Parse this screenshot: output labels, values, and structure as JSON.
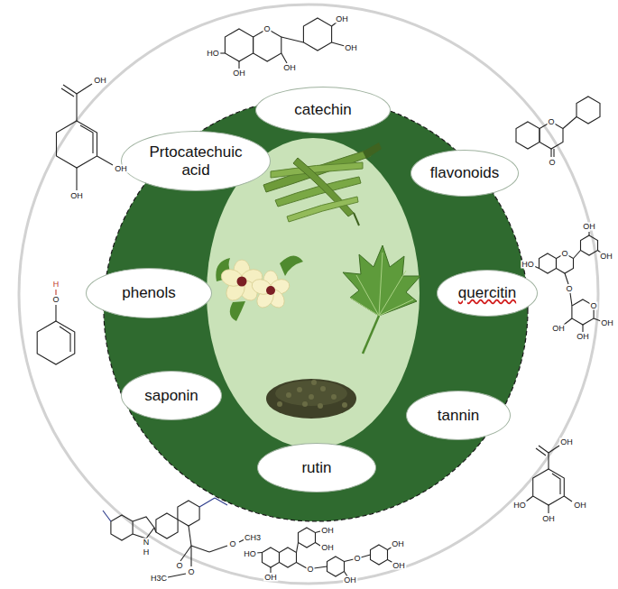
{
  "diagram": {
    "nodes": [
      {
        "text": [
          "catechin"
        ]
      },
      {
        "text": [
          "flavonoids"
        ]
      },
      {
        "text": [
          "quercitin"
        ]
      },
      {
        "text": [
          "tannin"
        ]
      },
      {
        "text": [
          "rutin"
        ]
      },
      {
        "text": [
          "saponin"
        ]
      },
      {
        "text": [
          "phenols"
        ]
      },
      {
        "text": [
          "Prtocatechuic acid"
        ]
      }
    ],
    "labels": [
      "HO",
      "O",
      "OH",
      "OH",
      "OH",
      "OH",
      "OH",
      "OH",
      "OH",
      "H",
      "O",
      "O",
      "O",
      "HO",
      "OH",
      "OH",
      "O",
      "O",
      "O",
      "OH",
      "OH",
      "OH",
      "OH",
      "HO",
      "OH",
      "OH",
      "HO",
      "OH",
      "OH",
      "OH",
      "O",
      "O",
      "OH",
      "OH",
      "OH",
      "N",
      "H",
      "O",
      "CH3",
      "O",
      "O",
      "H3C"
    ]
  }
}
